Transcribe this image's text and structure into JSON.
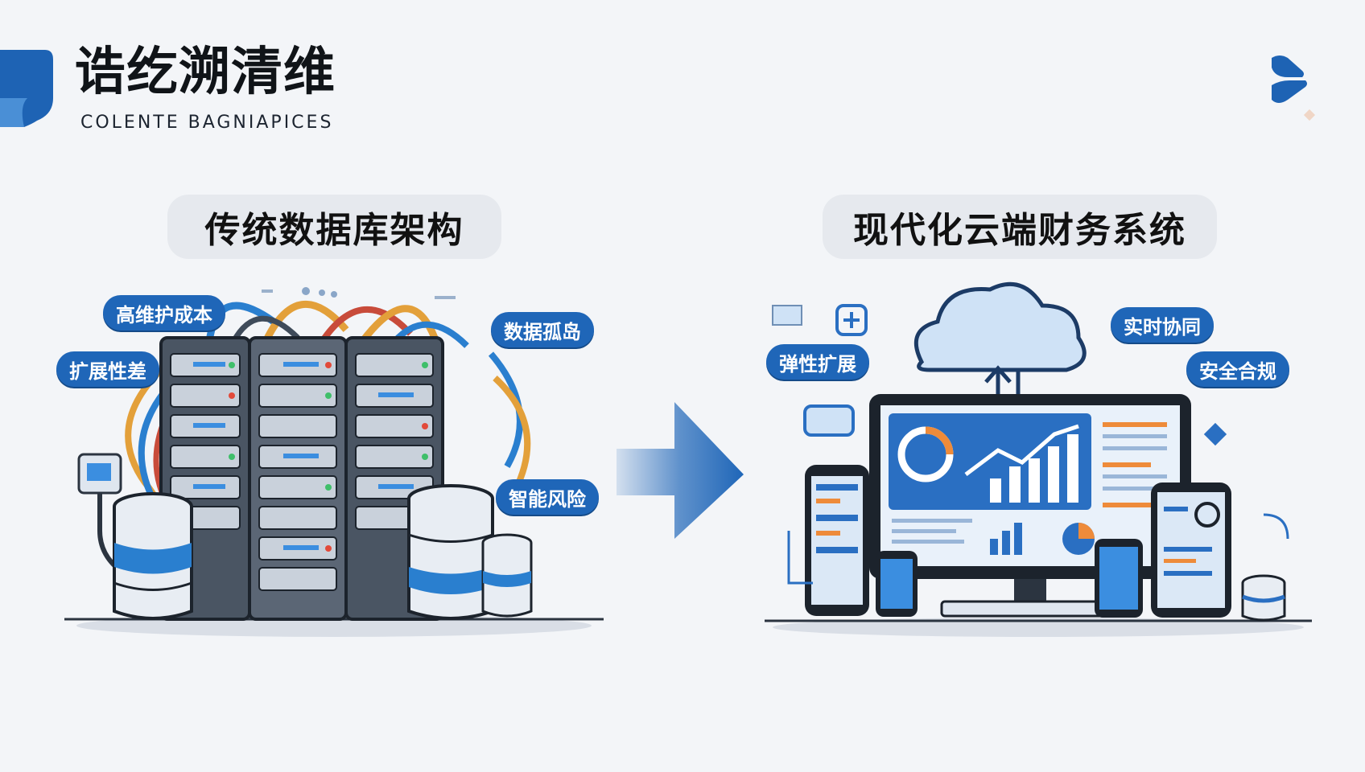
{
  "header": {
    "title": "诰纥溯清维",
    "subtitle": "COLENTE BAGNIAPICES"
  },
  "sections": {
    "left_title": "传统数据库架构",
    "right_title": "现代化云端财务系统"
  },
  "left_tags": [
    "高维护成本",
    "扩展性差",
    "数据孤岛",
    "智能风险"
  ],
  "right_tags": [
    "弹性扩展",
    "实时协同",
    "安全合规"
  ],
  "icons": {
    "brand": "brand-mark-icon",
    "corner": "corner-logo-icon",
    "arrow": "right-arrow-icon",
    "server": "server-rack-icon",
    "database": "database-icon",
    "cloud": "cloud-icon",
    "monitor": "monitor-dashboard-icon",
    "phone": "phone-icon",
    "tablet": "tablet-icon"
  },
  "colors": {
    "accent": "#1f66b8",
    "background": "#f3f5f8",
    "pill": "#e6e9ee"
  }
}
